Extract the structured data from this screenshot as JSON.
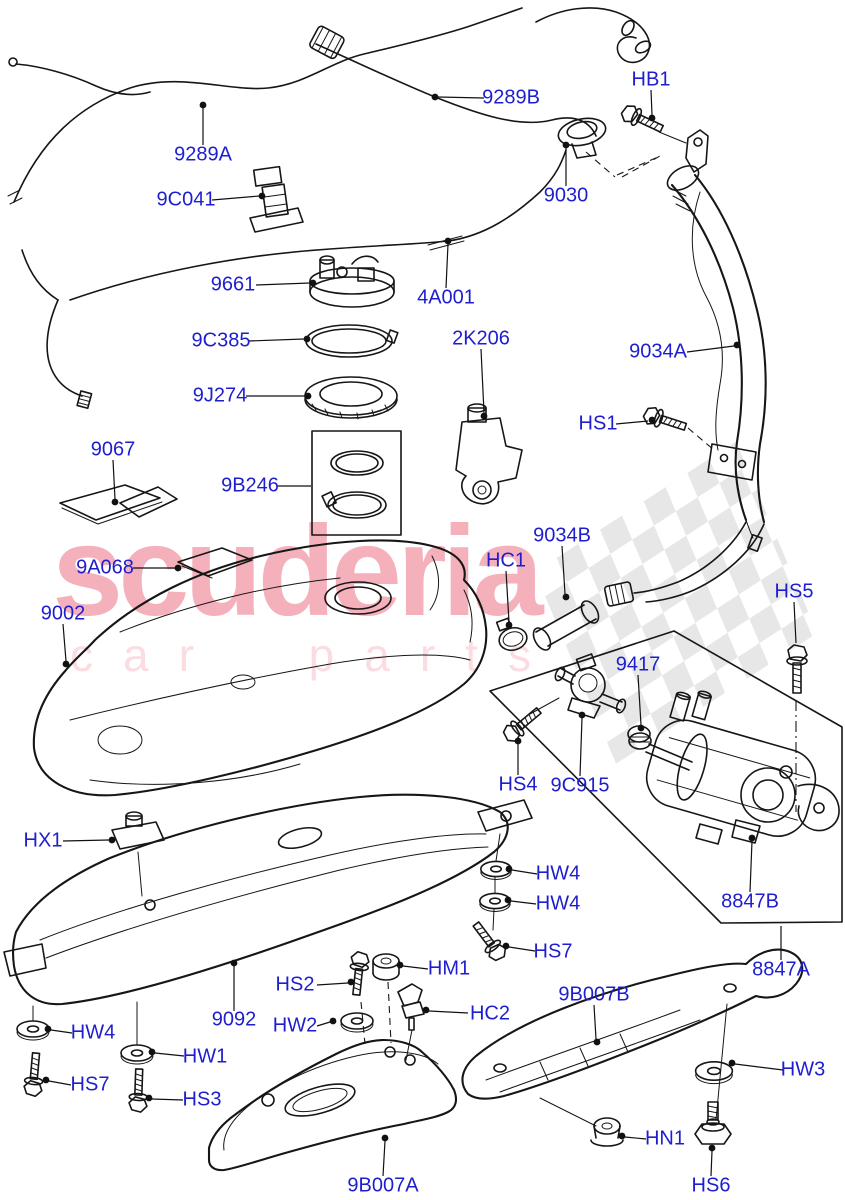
{
  "watermark": {
    "brand": "scuderia",
    "sub": "car parts",
    "flag_icon": "checkered-flag-watermark",
    "brand_color": "#e22f4d",
    "label_color": "#1e1ecf",
    "line_color": "#161616"
  },
  "labels": [
    {
      "id": "9289A",
      "text": "9289A"
    },
    {
      "id": "9289B",
      "text": "9289B"
    },
    {
      "id": "HB1",
      "text": "HB1"
    },
    {
      "id": "9C041",
      "text": "9C041"
    },
    {
      "id": "9030",
      "text": "9030"
    },
    {
      "id": "9661",
      "text": "9661"
    },
    {
      "id": "4A001",
      "text": "4A001"
    },
    {
      "id": "9C385",
      "text": "9C385"
    },
    {
      "id": "2K206",
      "text": "2K206"
    },
    {
      "id": "9034A",
      "text": "9034A"
    },
    {
      "id": "9J274",
      "text": "9J274"
    },
    {
      "id": "HS1",
      "text": "HS1"
    },
    {
      "id": "9067",
      "text": "9067"
    },
    {
      "id": "9B246",
      "text": "9B246"
    },
    {
      "id": "9034B",
      "text": "9034B"
    },
    {
      "id": "HC1",
      "text": "HC1"
    },
    {
      "id": "HS5",
      "text": "HS5"
    },
    {
      "id": "9A068",
      "text": "9A068"
    },
    {
      "id": "9002",
      "text": "9002"
    },
    {
      "id": "9417",
      "text": "9417"
    },
    {
      "id": "HS4",
      "text": "HS4"
    },
    {
      "id": "9C915",
      "text": "9C915"
    },
    {
      "id": "HW4-right-upper",
      "text": "HW4"
    },
    {
      "id": "HW4-right-lower",
      "text": "HW4"
    },
    {
      "id": "8847B",
      "text": "8847B"
    },
    {
      "id": "8847A",
      "text": "8847A"
    },
    {
      "id": "HX1",
      "text": "HX1"
    },
    {
      "id": "HS7-right",
      "text": "HS7"
    },
    {
      "id": "HM1",
      "text": "HM1"
    },
    {
      "id": "HS2",
      "text": "HS2"
    },
    {
      "id": "HW2",
      "text": "HW2"
    },
    {
      "id": "HC2",
      "text": "HC2"
    },
    {
      "id": "9B007B",
      "text": "9B007B"
    },
    {
      "id": "9092",
      "text": "9092"
    },
    {
      "id": "HW4-left",
      "text": "HW4"
    },
    {
      "id": "HW1",
      "text": "HW1"
    },
    {
      "id": "HW3",
      "text": "HW3"
    },
    {
      "id": "HS7-left",
      "text": "HS7"
    },
    {
      "id": "HS3",
      "text": "HS3"
    },
    {
      "id": "9B007A",
      "text": "9B007A"
    },
    {
      "id": "HN1",
      "text": "HN1"
    },
    {
      "id": "HS6",
      "text": "HS6"
    }
  ]
}
